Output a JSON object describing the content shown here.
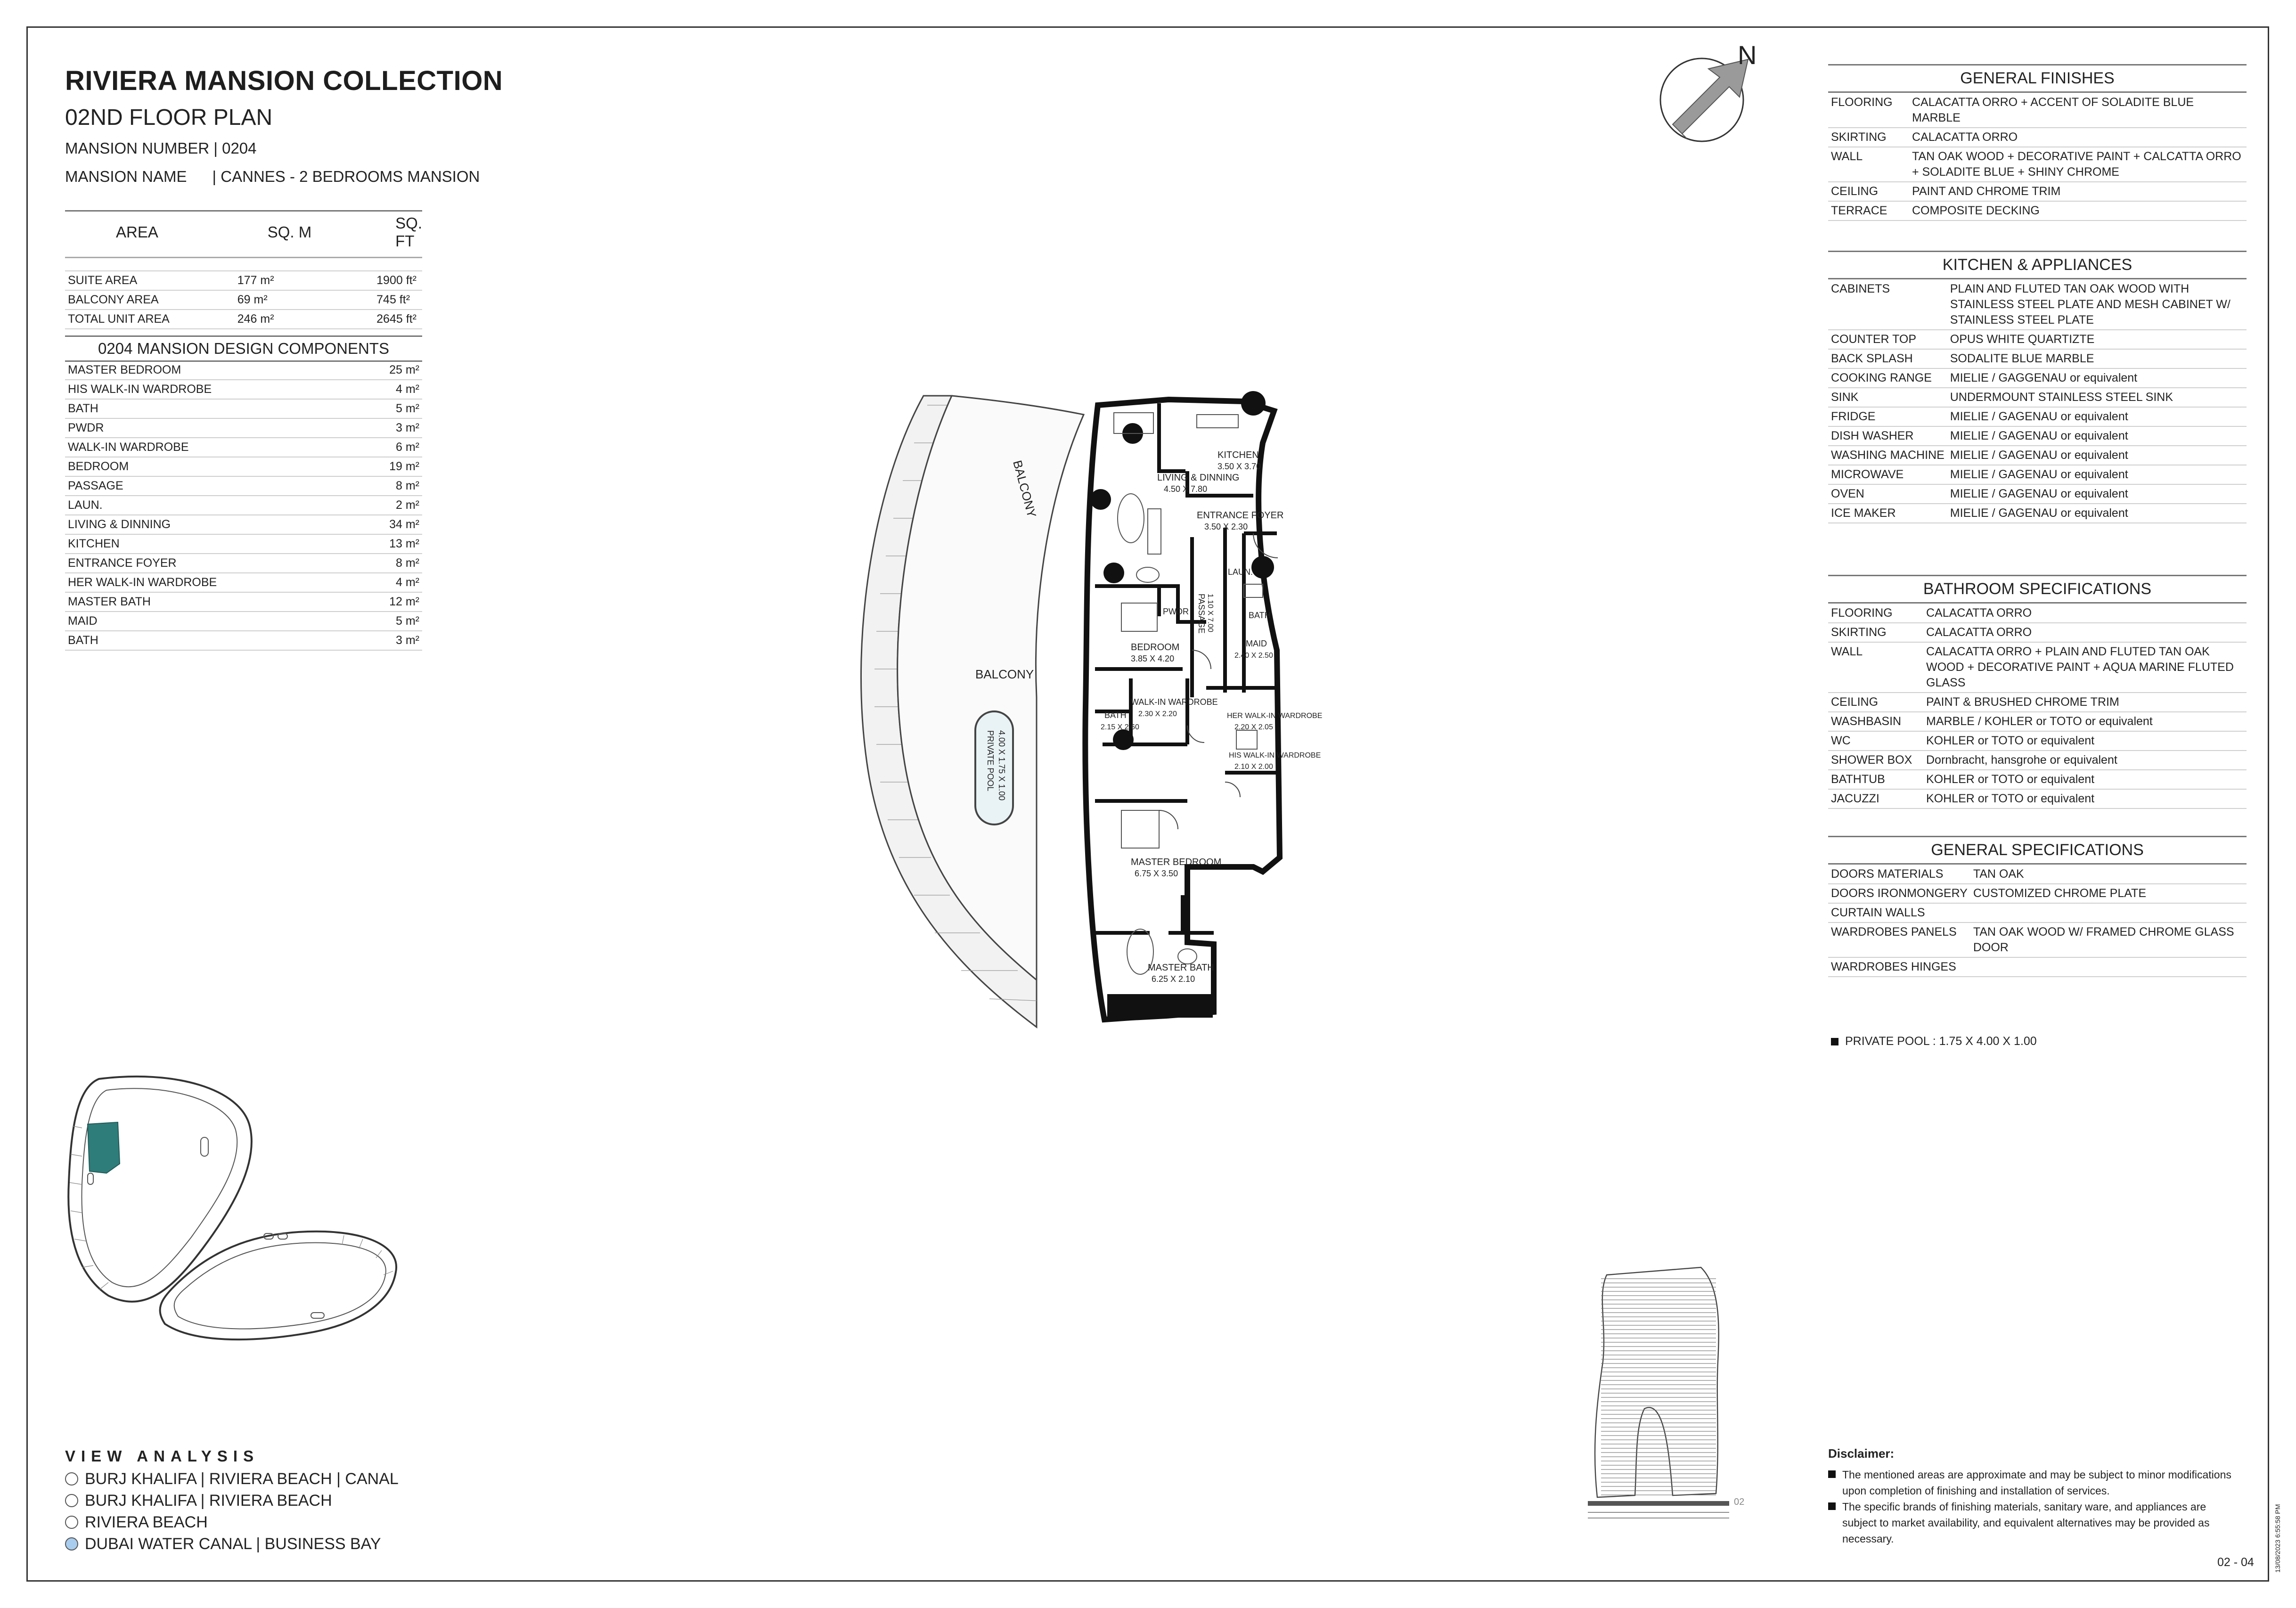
{
  "header": {
    "title": "RIVIERA MANSION COLLECTION",
    "floor": "02ND FLOOR PLAN",
    "mansion_number": "MANSION NUMBER | 0204",
    "mansion_name_label": "MANSION NAME",
    "mansion_name_value": "| CANNES - 2 BEDROOMS MANSION"
  },
  "area_table": {
    "headers": [
      "AREA",
      "SQ. M",
      "SQ. FT"
    ],
    "rows": [
      [
        "SUITE AREA",
        "177 m²",
        "1900 ft²"
      ],
      [
        "BALCONY AREA",
        "69 m²",
        "745 ft²"
      ],
      [
        "TOTAL UNIT AREA",
        "246 m²",
        "2645 ft²"
      ]
    ]
  },
  "components": {
    "title": "0204 MANSION DESIGN COMPONENTS",
    "rows": [
      [
        "MASTER BEDROOM",
        "25 m²"
      ],
      [
        "HIS WALK-IN WARDROBE",
        "4 m²"
      ],
      [
        "BATH",
        "5 m²"
      ],
      [
        "PWDR",
        "3 m²"
      ],
      [
        "WALK-IN WARDROBE",
        "6 m²"
      ],
      [
        "BEDROOM",
        "19 m²"
      ],
      [
        "PASSAGE",
        "8 m²"
      ],
      [
        "LAUN.",
        "2 m²"
      ],
      [
        "LIVING & DINNING",
        "34 m²"
      ],
      [
        "KITCHEN",
        "13 m²"
      ],
      [
        "ENTRANCE FOYER",
        "8 m²"
      ],
      [
        "HER WALK-IN WARDROBE",
        "4 m²"
      ],
      [
        "MASTER BATH",
        "12 m²"
      ],
      [
        "MAID",
        "5 m²"
      ],
      [
        "BATH",
        "3 m²"
      ]
    ]
  },
  "north_label": "N",
  "plan_labels": {
    "balcony_top": "BALCONY",
    "balcony_left": "BALCONY",
    "pool": "PRIVATE POOL",
    "pool_dim": "4.00 X 1.75 X 1.00",
    "living": "LIVING & DINNING",
    "living_dim": "4.50 X 7.80",
    "kitchen": "KITCHEN",
    "kitchen_dim": "3.50 X 3.70",
    "foyer": "ENTRANCE FOYER",
    "foyer_dim": "3.50 X 2.30",
    "laun": "LAUN.",
    "bath_maid": "BATH",
    "pwdr": "PWDR",
    "bedroom": "BEDROOM",
    "bedroom_dim": "3.85 X 4.20",
    "passage": "PASSAGE",
    "passage_dim": "1.10 X 7.00",
    "maid": "MAID",
    "maid_dim": "2.40 X 2.50",
    "walkin": "WALK-IN WARDROBE",
    "walkin_dim": "2.30 X 2.20",
    "bath": "BATH",
    "bath_dim": "2.15 X 2.60",
    "her_walkin": "HER WALK-IN WARDROBE",
    "her_walkin_dim": "2.20 X 2.05",
    "his_walkin": "HIS WALK-IN WARDROBE",
    "his_walkin_dim": "2.10 X 2.00",
    "master_bed": "MASTER BEDROOM",
    "master_bed_dim": "6.75 X 3.50",
    "master_bath": "MASTER BATH",
    "master_bath_dim": "6.25 X 2.10"
  },
  "general_finishes": {
    "title": "GENERAL FINISHES",
    "rows": [
      [
        "FLOORING",
        "CALACATTA ORRO + ACCENT OF SOLADITE BLUE MARBLE"
      ],
      [
        "SKIRTING",
        "CALACATTA ORRO"
      ],
      [
        "WALL",
        "TAN OAK WOOD + DECORATIVE PAINT + CALCATTA ORRO + SOLADITE BLUE + SHINY CHROME"
      ],
      [
        "CEILING",
        "PAINT AND CHROME TRIM"
      ],
      [
        "TERRACE",
        "COMPOSITE DECKING"
      ]
    ]
  },
  "kitchen": {
    "title": "KITCHEN & APPLIANCES",
    "rows": [
      [
        "CABINETS",
        "PLAIN AND FLUTED TAN OAK WOOD WITH STAINLESS STEEL PLATE AND MESH CABINET W/ STAINLESS STEEL PLATE"
      ],
      [
        "COUNTER TOP",
        "OPUS WHITE QUARTIZTE"
      ],
      [
        "BACK SPLASH",
        "SODALITE BLUE MARBLE"
      ],
      [
        "COOKING RANGE",
        "MIELIE / GAGGENAU or equivalent"
      ],
      [
        "SINK",
        "UNDERMOUNT STAINLESS STEEL SINK"
      ],
      [
        "FRIDGE",
        "MIELIE / GAGENAU or equivalent"
      ],
      [
        "DISH WASHER",
        "MIELIE / GAGENAU or equivalent"
      ],
      [
        "WASHING MACHINE",
        "MIELIE / GAGENAU or equivalent"
      ],
      [
        "MICROWAVE",
        "MIELIE / GAGENAU or equivalent"
      ],
      [
        "OVEN",
        "MIELIE / GAGENAU or equivalent"
      ],
      [
        "ICE MAKER",
        "MIELIE / GAGENAU or equivalent"
      ]
    ]
  },
  "bathroom": {
    "title": "BATHROOM SPECIFICATIONS",
    "rows": [
      [
        "FLOORING",
        "CALACATTA ORRO"
      ],
      [
        "SKIRTING",
        "CALACATTA ORRO"
      ],
      [
        "WALL",
        "CALACATTA ORRO + PLAIN AND FLUTED TAN OAK WOOD + DECORATIVE PAINT + AQUA MARINE FLUTED GLASS"
      ],
      [
        "CEILING",
        "PAINT & BRUSHED CHROME TRIM"
      ],
      [
        "WASHBASIN",
        "MARBLE / KOHLER or TOTO or equivalent"
      ],
      [
        "WC",
        "KOHLER or TOTO or equivalent"
      ],
      [
        "SHOWER BOX",
        "Dornbracht, hansgrohe or equivalent"
      ],
      [
        "BATHTUB",
        "KOHLER or TOTO or equivalent"
      ],
      [
        "JACUZZI",
        "KOHLER or TOTO or equivalent"
      ]
    ]
  },
  "general_specs": {
    "title": "GENERAL SPECIFICATIONS",
    "rows": [
      [
        "DOORS MATERIALS",
        "TAN OAK"
      ],
      [
        "DOORS IRONMONGERY",
        "CUSTOMIZED CHROME PLATE"
      ],
      [
        "CURTAIN WALLS",
        ""
      ],
      [
        "WARDROBES PANELS",
        "TAN OAK WOOD W/ FRAMED CHROME GLASS DOOR"
      ],
      [
        "WARDROBES HINGES",
        ""
      ]
    ]
  },
  "pool_note": "PRIVATE POOL :  1.75 X 4.00 X 1.00",
  "view_analysis": {
    "title": "VIEW ANALYSIS",
    "items": [
      {
        "label": "BURJ KHALIFA | RIVIERA BEACH | CANAL",
        "selected": false
      },
      {
        "label": "BURJ KHALIFA | RIVIERA BEACH",
        "selected": false
      },
      {
        "label": "RIVIERA BEACH",
        "selected": false
      },
      {
        "label": "DUBAI WATER CANAL | BUSINESS BAY",
        "selected": true
      }
    ]
  },
  "tower_floor_label": "02",
  "disclaimer": {
    "title": "Disclaimer:",
    "items": [
      "The mentioned areas are approximate and may be subject to minor modifications  upon completion of finishing and installation of services.",
      "The specific brands of finishing materials, sanitary ware, and appliances are subject to market availability, and equivalent alternatives may be provided as necessary."
    ]
  },
  "page_number": "02 - 04",
  "timestamp": "13/08/2023 6:55:58 PM",
  "colors": {
    "highlight": "#2e7d7a",
    "selected_radio": "#a9cdee",
    "border": "#333333"
  }
}
